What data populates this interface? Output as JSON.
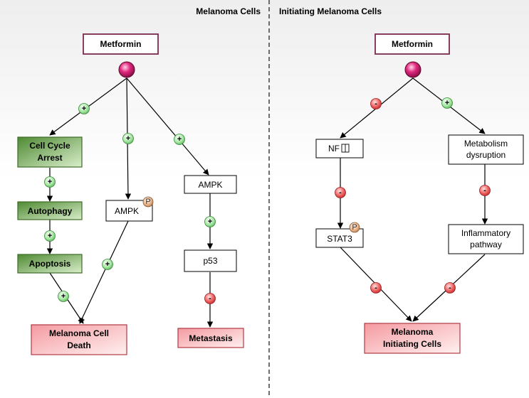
{
  "panels": {
    "left_title": "Melanoma Cells",
    "right_title": "Initiating Melanoma Cells"
  },
  "left": {
    "metformin": "Metformin",
    "cell_cycle_arrest": [
      "Cell Cycle",
      "Arrest"
    ],
    "autophagy": "Autophagy",
    "apoptosis": "Apoptosis",
    "ampk_p": "AMPK",
    "ampk": "AMPK",
    "p53": "p53",
    "melanoma_cell_death": [
      "Melanoma Cell",
      "Death"
    ],
    "metastasis": "Metastasis"
  },
  "right": {
    "metformin": "Metformin",
    "nfkb": "NF",
    "metabolism_dysruption": [
      "Metabolism",
      "dysruption"
    ],
    "stat3": "STAT3",
    "inflammatory_pathway": [
      "Inflammatory",
      "pathway"
    ],
    "melanoma_initiating_cells": [
      "Melanoma",
      "Initiating Cells"
    ]
  },
  "markers": {
    "plus": "+",
    "minus": "-",
    "phospho": "P"
  },
  "colors": {
    "metformin_border": "#7a2a4e",
    "drug_node": "#d0166e",
    "green_box": "#5f9c3f",
    "green_box_light": "#cfe6bb",
    "outcome_box": "#ef8f95",
    "outcome_box_light": "#fde6e7",
    "plus_badge": "#9be39a",
    "minus_badge": "#f06060",
    "phospho_badge": "#e8b38a"
  }
}
